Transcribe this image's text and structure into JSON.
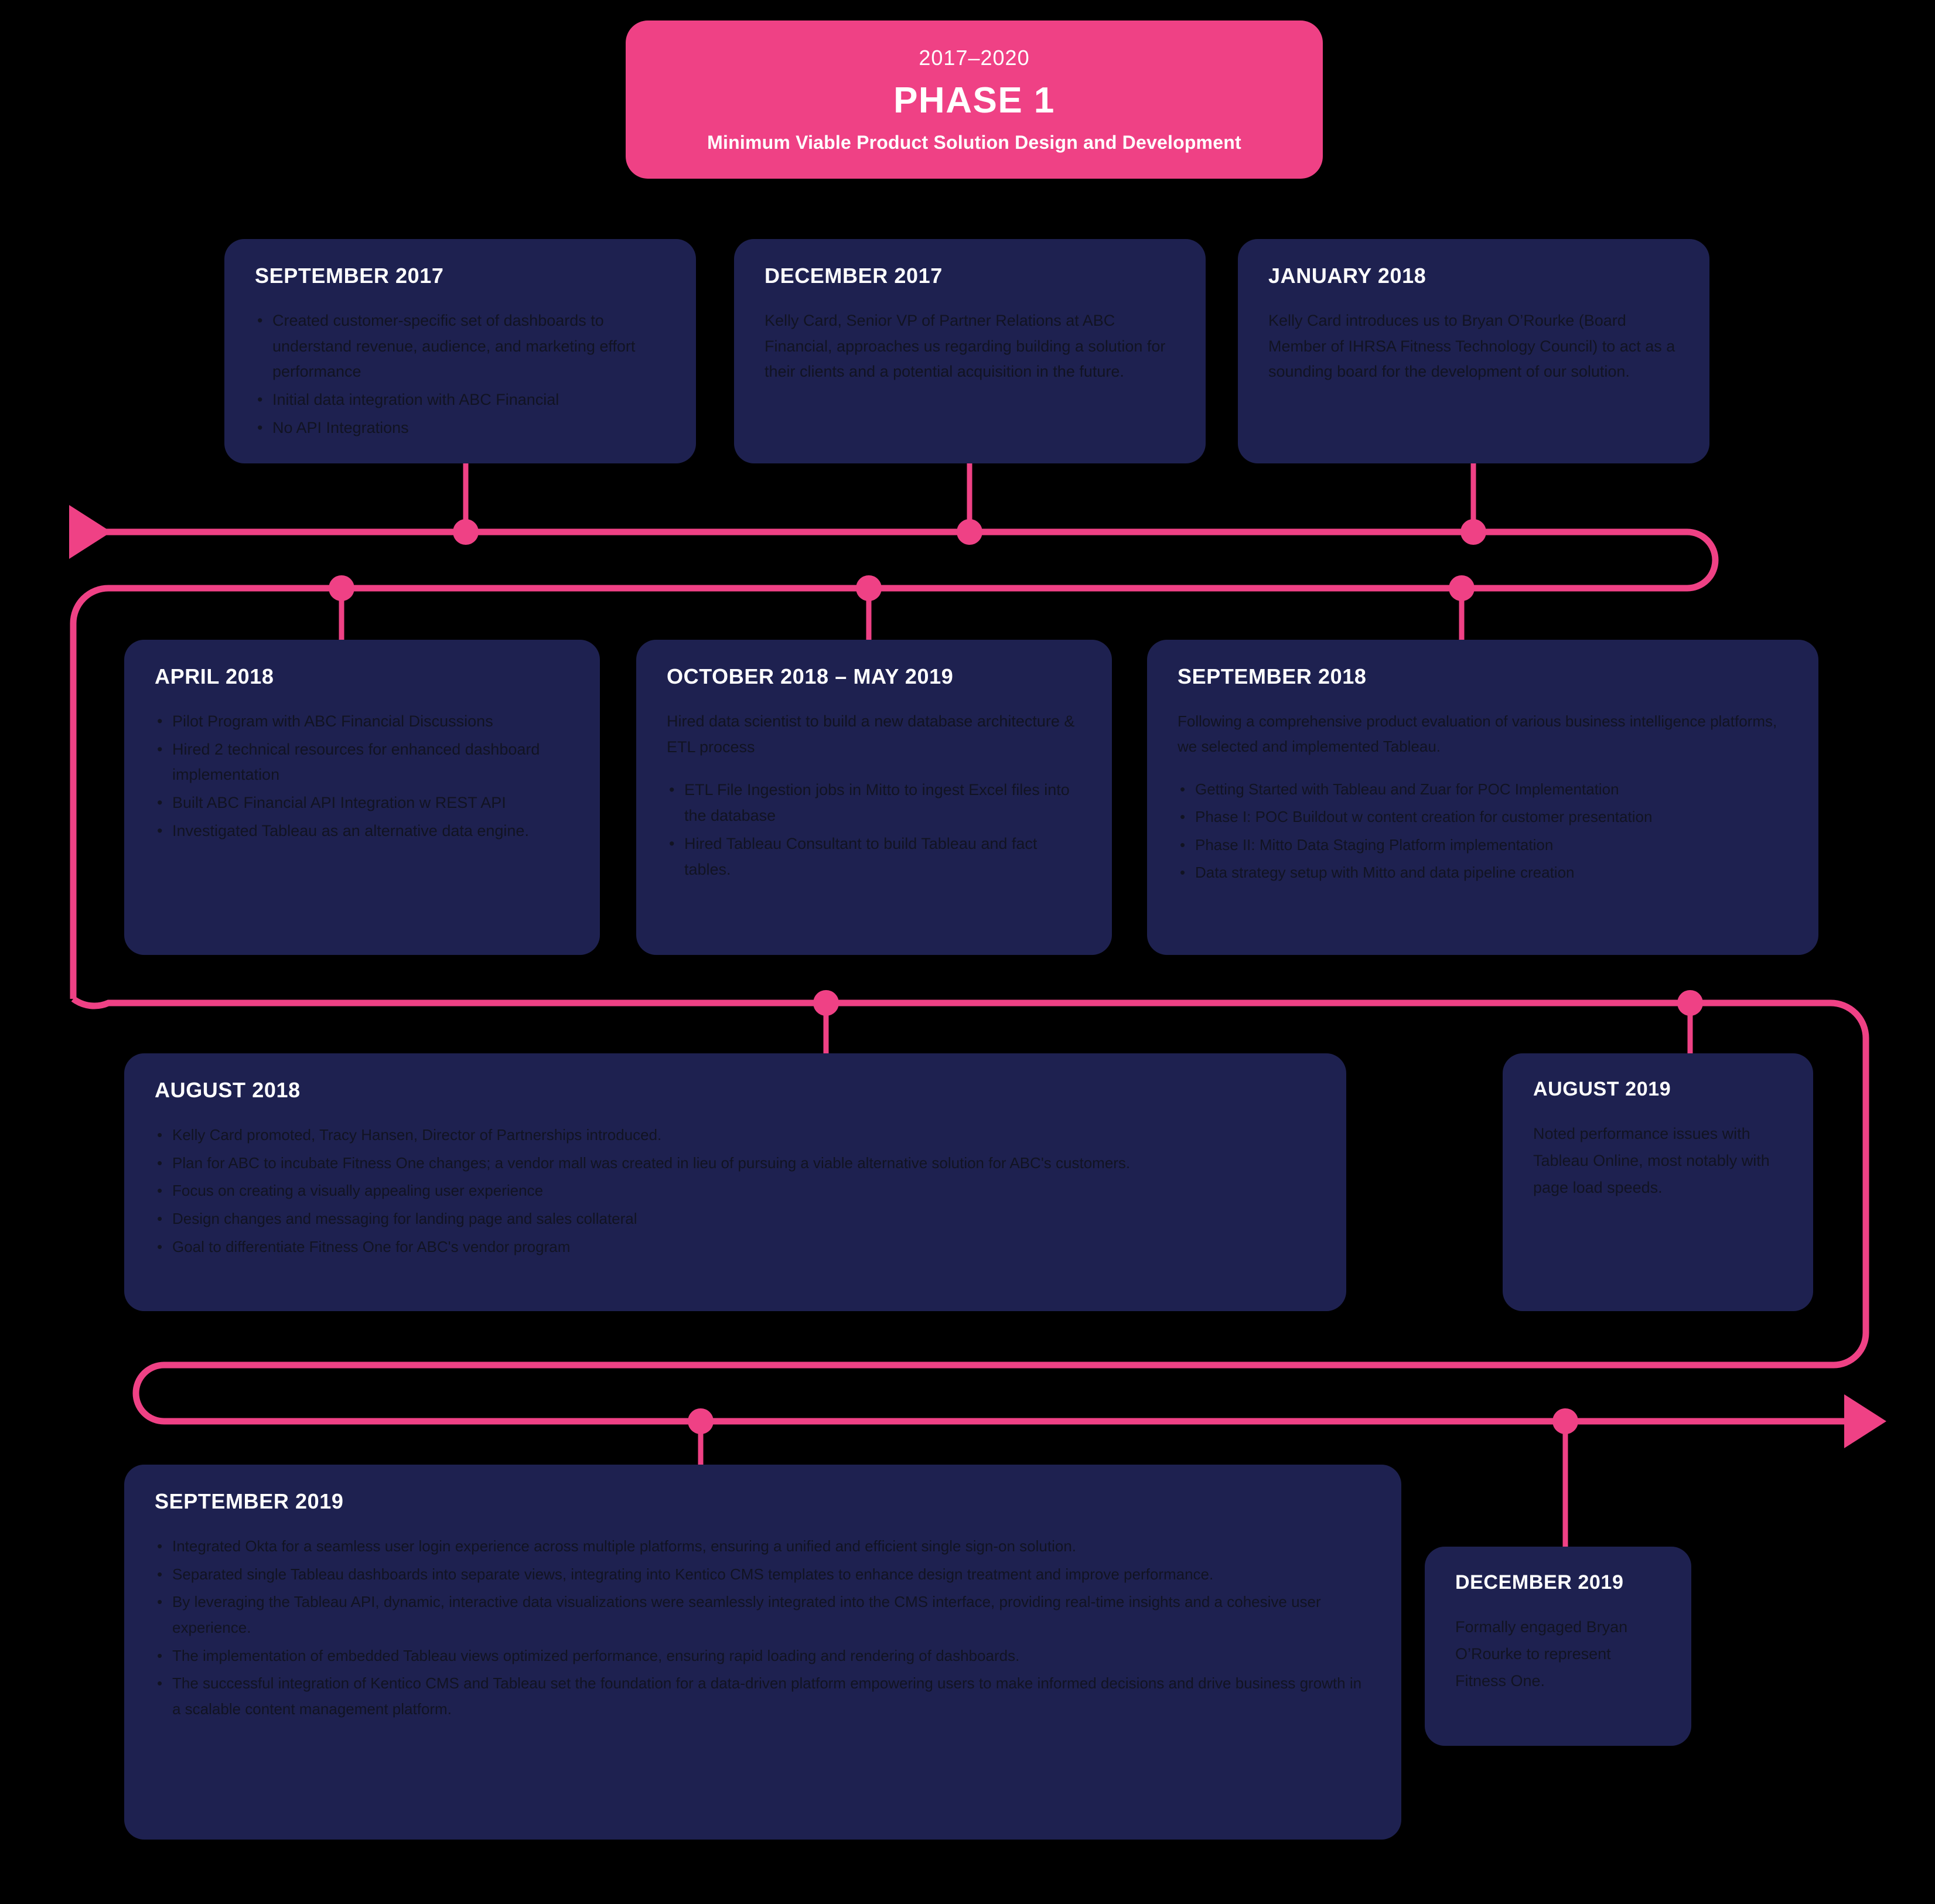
{
  "phase": {
    "range": "2017–2020",
    "title": "PHASE 1",
    "subtitle": "Minimum Viable Product Solution Design and Development"
  },
  "colors": {
    "accent": "#ef4185",
    "card_bg": "#1e2150",
    "page_bg": "#000000",
    "card_title": "#ffffff",
    "card_text": "#111322"
  },
  "cards": {
    "sep2017": {
      "title": "SEPTEMBER 2017",
      "bullets": [
        "Created customer-specific set of dashboards to understand revenue, audience, and marketing effort performance",
        "Initial data integration with ABC Financial",
        "No API Integrations"
      ]
    },
    "dec2017": {
      "title": "DECEMBER 2017",
      "paragraph": "Kelly Card, Senior VP of Partner Relations at ABC Financial, approaches us regarding building a solution for their clients and a potential acquisition in the future."
    },
    "jan2018": {
      "title": "JANUARY 2018",
      "paragraph": "Kelly Card introduces us to Bryan O’Rourke (Board Member of IHRSA Fitness Technology Council) to act as a sounding board for the development of our solution."
    },
    "apr2018": {
      "title": "APRIL 2018",
      "bullets": [
        "Pilot Program with ABC Financial Discussions",
        "Hired 2 technical resources for enhanced dashboard implementation",
        "Built ABC Financial API Integration w REST API",
        "Investigated Tableau as an alternative data engine."
      ]
    },
    "oct2018": {
      "title": "OCTOBER 2018 – MAY 2019",
      "paragraph": "Hired data scientist to build a new database architecture & ETL process",
      "bullets": [
        "ETL File Ingestion jobs in Mitto to ingest Excel files into the database",
        "Hired Tableau Consultant to build Tableau and fact tables."
      ]
    },
    "sep2018": {
      "title": "SEPTEMBER 2018",
      "paragraph": "Following a comprehensive product evaluation of various business intelligence platforms, we selected and implemented Tableau.",
      "bullets": [
        "Getting Started with Tableau and Zuar for POC Implementation",
        "Phase I: POC Buildout w content creation for customer presentation",
        "Phase II: Mitto Data Staging Platform implementation",
        "Data strategy setup with Mitto and data pipeline creation"
      ]
    },
    "aug2018": {
      "title": "AUGUST 2018",
      "bullets": [
        "Kelly Card promoted, Tracy Hansen, Director of Partnerships introduced.",
        "Plan for ABC to incubate Fitness One changes; a vendor mall was created in lieu of pursuing a viable alternative solution for ABC's customers.",
        "Focus on creating a visually appealing user experience",
        "Design changes and messaging for landing page and sales collateral",
        "Goal to differentiate Fitness One for ABC's vendor program"
      ]
    },
    "aug2019": {
      "title": "AUGUST 2019",
      "paragraph": "Noted performance issues with Tableau Online, most notably with page load speeds."
    },
    "sep2019": {
      "title": "SEPTEMBER 2019",
      "bullets": [
        "Integrated Okta for a seamless user login experience across multiple platforms, ensuring a unified and efficient single sign-on solution.",
        "Separated single Tableau dashboards into separate views, integrating into Kentico CMS templates to enhance design treatment and improve performance.",
        "By leveraging the Tableau API, dynamic, interactive data visualizations were seamlessly integrated into the CMS interface, providing real-time insights and a cohesive user experience.",
        "The implementation of embedded Tableau views optimized performance, ensuring rapid loading and rendering of dashboards.",
        "The successful integration of Kentico CMS and Tableau set the foundation for a data-driven platform empowering users to make informed decisions and drive business growth in a scalable content management platform."
      ]
    },
    "dec2019": {
      "title": "DECEMBER 2019",
      "paragraph": "Formally engaged Bryan O’Rourke to represent Fitness One."
    }
  }
}
